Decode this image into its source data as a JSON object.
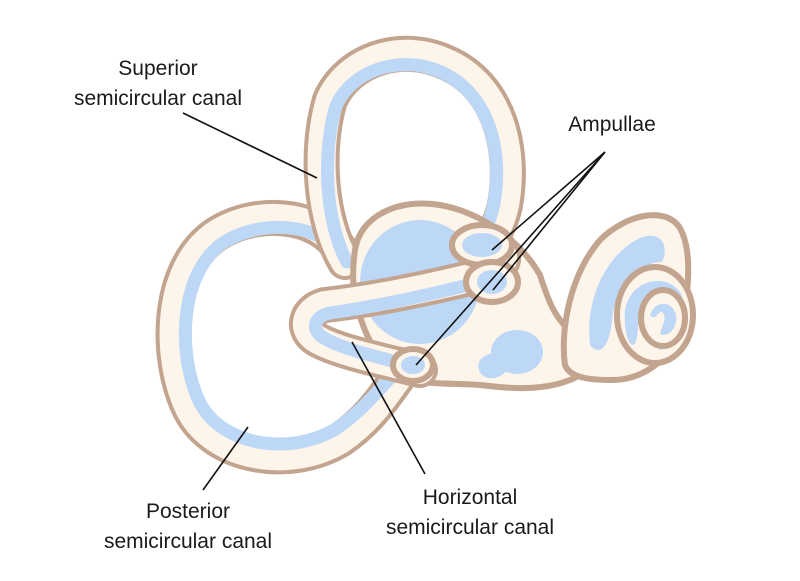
{
  "labels": {
    "superior_line1": "Superior",
    "superior_line2": "semicircular canal",
    "ampullae": "Ampullae",
    "posterior_line1": "Posterior",
    "posterior_line2": "semicircular canal",
    "horizontal_line1": "Horizontal",
    "horizontal_line2": "semicircular canal"
  },
  "colors": {
    "endolymph_blue": "#bdd7f7",
    "bony_cream": "#fdf4ea",
    "outline_tan": "#c2a48f"
  }
}
